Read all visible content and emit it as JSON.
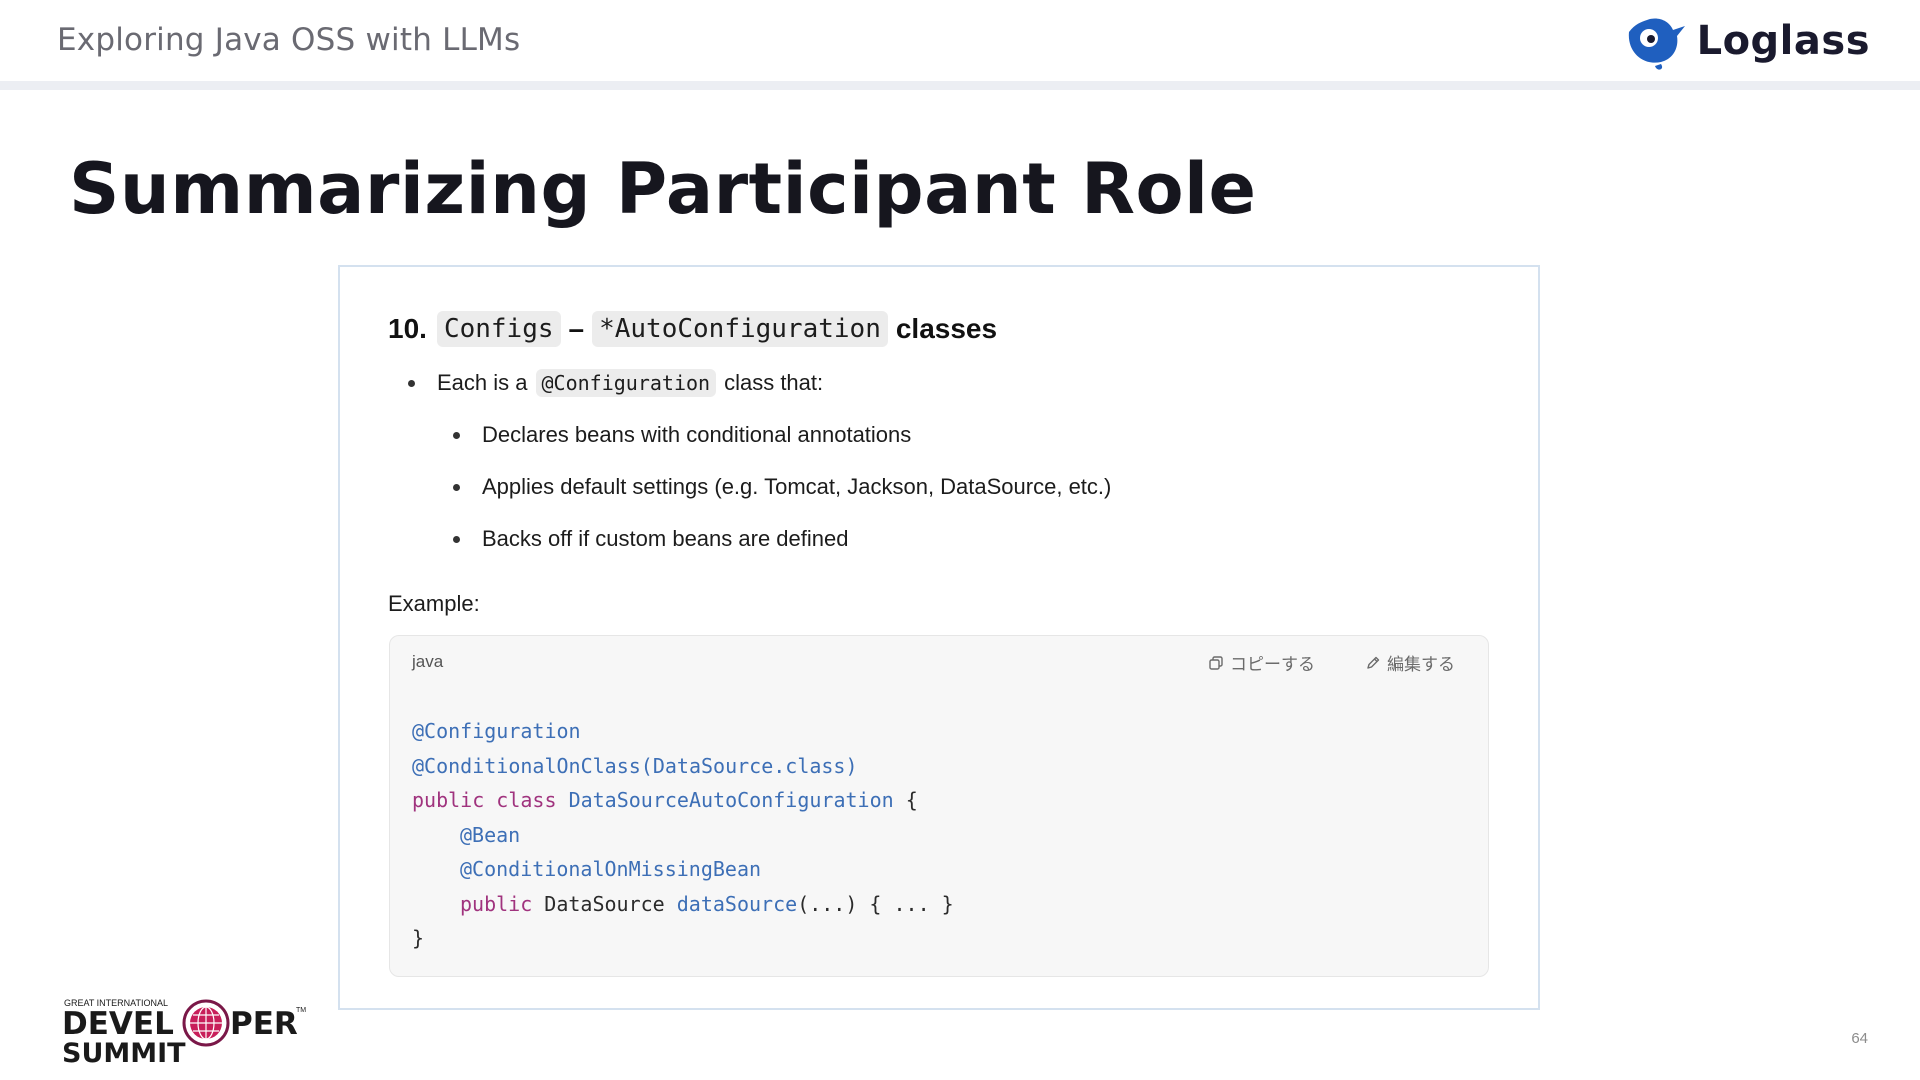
{
  "header": {
    "title": "Exploring Java OSS with LLMs",
    "brand_name": "Loglass",
    "brand_color": "#1f5fbf"
  },
  "slide": {
    "title": "Summarizing Participant Role",
    "page_number": "64"
  },
  "panel": {
    "heading": {
      "number": "10.",
      "code1": "Configs",
      "dash": "–",
      "code2": "*AutoConfiguration",
      "suffix": "classes"
    },
    "bullet_main": {
      "prefix": "Each is a",
      "code": "@Configuration",
      "suffix": "class that:"
    },
    "sub_bullets": [
      "Declares beans with conditional annotations",
      "Applies default settings (e.g. Tomcat, Jackson, DataSource, etc.)",
      "Backs off if custom beans are defined"
    ],
    "example_label": "Example:",
    "code_block": {
      "language": "java",
      "copy_label": "コピーする",
      "edit_label": "編集する",
      "lines": {
        "l1": "@Configuration",
        "l2": "@ConditionalOnClass(DataSource.class)",
        "l3_kw1": "public",
        "l3_kw2": "class",
        "l3_name": "DataSourceAutoConfiguration",
        "l3_brace": "{",
        "l4": "@Bean",
        "l5": "@ConditionalOnMissingBean",
        "l6_kw": "public",
        "l6_type": "DataSource",
        "l6_fn": "dataSource",
        "l6_rest": "(...) { ... }",
        "l7": "}"
      }
    }
  },
  "event_logo": {
    "small_text": "GREAT INTERNATIONAL",
    "line1_a": "DEVEL",
    "line1_b": "PER",
    "tm": "TM",
    "line2": "SUMMIT"
  }
}
